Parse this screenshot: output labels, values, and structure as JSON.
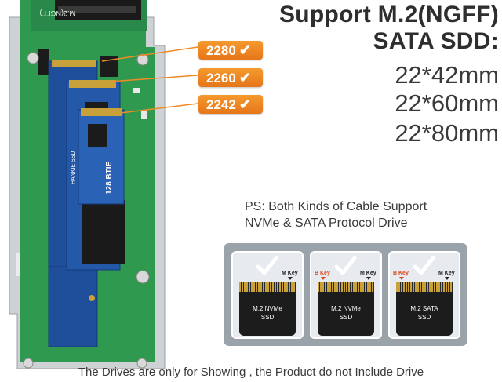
{
  "headline": {
    "line1": "Support M.2(NGFF)",
    "line2": "SATA SDD:"
  },
  "sizes": [
    "22*42mm",
    "22*60mm",
    "22*80mm"
  ],
  "badges": [
    {
      "label": "2280",
      "check": "✔"
    },
    {
      "label": "2260",
      "check": "✔"
    },
    {
      "label": "2242",
      "check": "✔"
    }
  ],
  "ps": {
    "line1": "PS:  Both Kinds of Cable Support",
    "line2": "NVMe & SATA Protocol Drive"
  },
  "key_cards": [
    {
      "b_key": "",
      "m_key": "M Key",
      "label1": "M.2 NVMe",
      "label2": "SSD"
    },
    {
      "b_key": "B Key",
      "m_key": "M Key",
      "label1": "M.2 NVMe",
      "label2": "SSD"
    },
    {
      "b_key": "B Key",
      "m_key": "M Key",
      "label1": "M.2 SATA",
      "label2": "SSD"
    }
  ],
  "board_label": "M.2(NGFF)",
  "ssd_labels": {
    "brand": "HANKIE SSD",
    "model": "128 BTIE"
  },
  "footer": "The Drives are only for Showing , the Product do not Include Drive",
  "colors": {
    "pcb": "#2f9a4f",
    "ssd": "#1f4f9a",
    "badge": "#f08a24",
    "panel": "#9aa2aa",
    "text": "#2e2e2e"
  }
}
